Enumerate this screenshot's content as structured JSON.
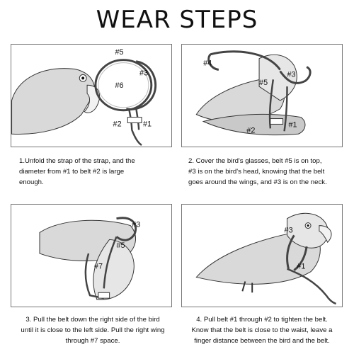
{
  "title": "WEAR STEPS",
  "steps": [
    {
      "labels": [
        "#5",
        "#3",
        "#6",
        "#2",
        "#1"
      ],
      "caption_lines": [
        "1.Unfold the strap of the strap, and the",
        "diameter from #1 to belt #2 is large",
        "enough."
      ]
    },
    {
      "labels": [
        "#4",
        "#5",
        "#3",
        "#2",
        "#1"
      ],
      "caption_lines": [
        "2. Cover the bird's glasses, belt #5 is on top,",
        "#3 is on the bird's head, knowing that the belt",
        "goes around the wings, and #3 is on the neck."
      ]
    },
    {
      "labels": [
        "#3",
        "#5",
        "#7"
      ],
      "caption_lines": [
        "3. Pull the belt down the right side of the bird",
        "until it is close to the left side. Pull the right wing",
        "through #7 space."
      ]
    },
    {
      "labels": [
        "#3",
        "#1"
      ],
      "caption_lines": [
        "4. Pull belt #1 through #2 to tighten the belt.",
        "Know that the belt is close to the waist, leave a",
        "finger distance between the bird and the belt."
      ]
    }
  ]
}
